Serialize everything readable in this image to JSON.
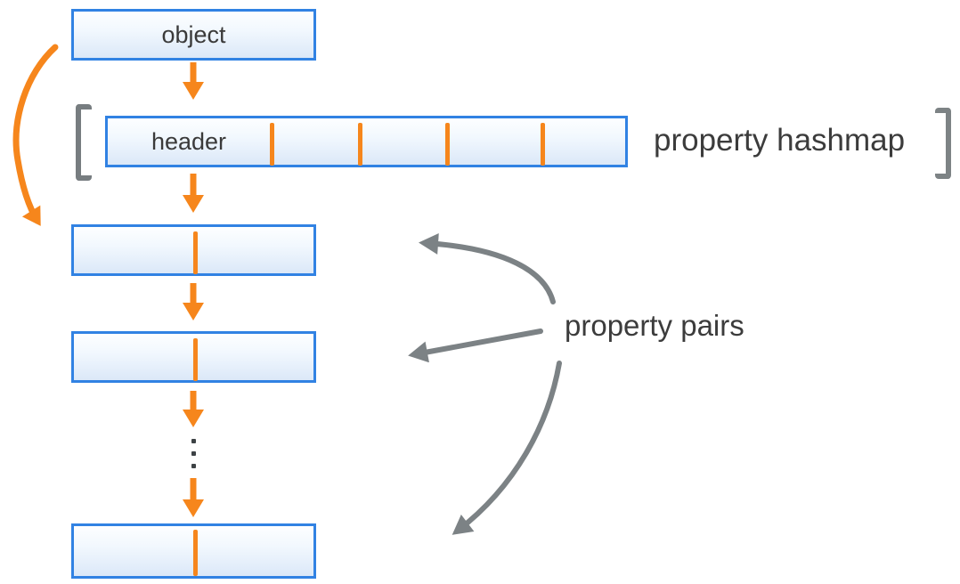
{
  "labels": {
    "object_box": "object",
    "header_box": "header",
    "property_hashmap": "property hashmap",
    "property_pairs": "property pairs"
  },
  "structure": {
    "header_tick_count": 4,
    "pair_row_count": 3,
    "ellipsis_dot_count": 3
  },
  "colors": {
    "accent_orange": "#F6861C",
    "box_border_blue": "#3182E3",
    "box_fill_top": "#FDFEFF",
    "box_fill_bottom": "#DBE8F8",
    "arrow_gray": "#7C8285",
    "bracket_gray": "#777D80",
    "label_text": "#3C3C3C"
  }
}
